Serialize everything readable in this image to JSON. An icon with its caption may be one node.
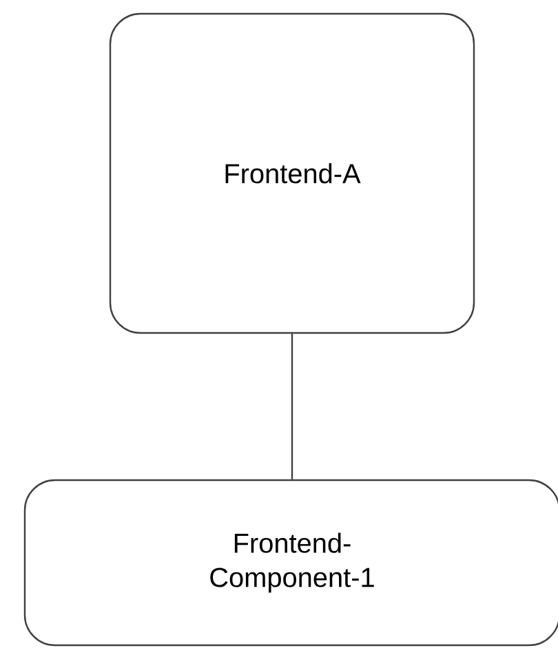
{
  "diagram": {
    "nodes": [
      {
        "text": [
          "Frontend-A"
        ]
      },
      {
        "text": [
          "Frontend-Component-1"
        ]
      }
    ],
    "edges": [
      {
        "from": 0,
        "to": 1,
        "arrow": "none"
      }
    ]
  }
}
